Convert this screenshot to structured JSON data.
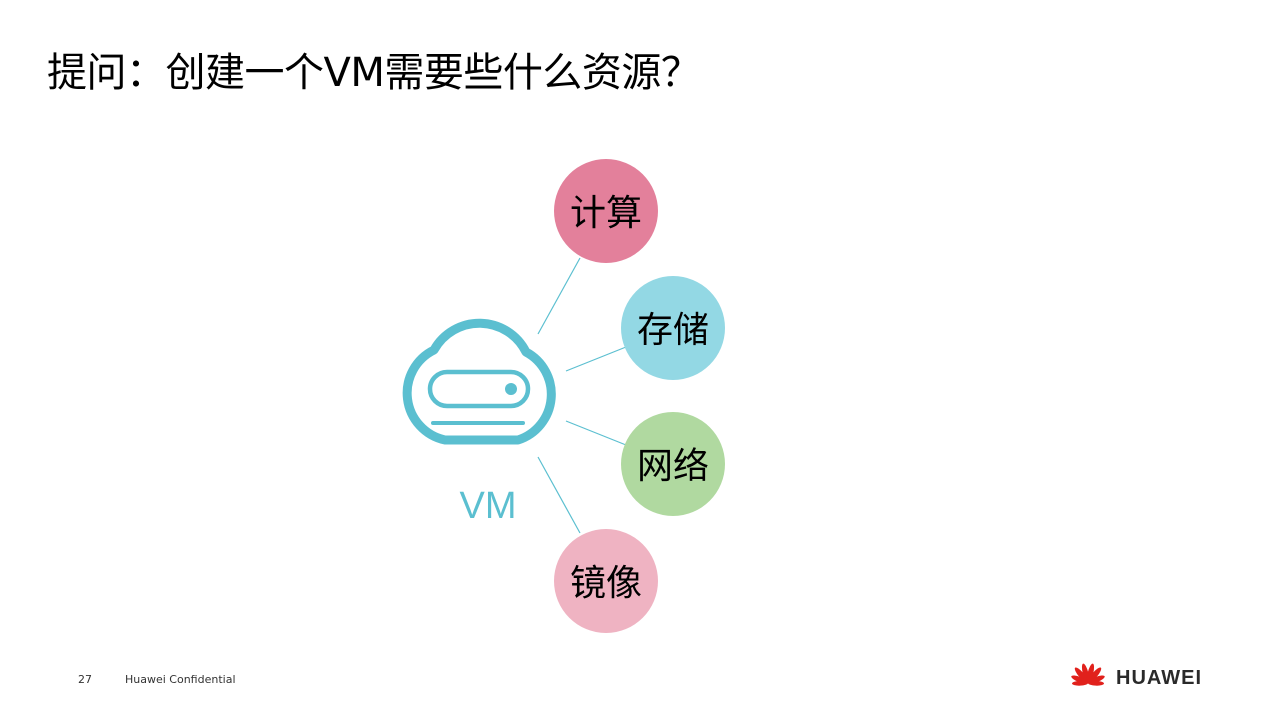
{
  "slide": {
    "title": "提问：创建一个VM需要些什么资源？"
  },
  "diagram": {
    "center": {
      "label": "VM",
      "color": "#5bbfd0"
    },
    "resources": [
      {
        "label": "计算",
        "color": "#e3809b"
      },
      {
        "label": "存储",
        "color": "#93d8e4"
      },
      {
        "label": "网络",
        "color": "#b0d9a0"
      },
      {
        "label": "镜像",
        "color": "#efb3c2"
      }
    ]
  },
  "footer": {
    "page_number": "27",
    "confidentiality": "Huawei Confidential",
    "brand": "HUAWEI",
    "brand_color": "#e1211c"
  }
}
